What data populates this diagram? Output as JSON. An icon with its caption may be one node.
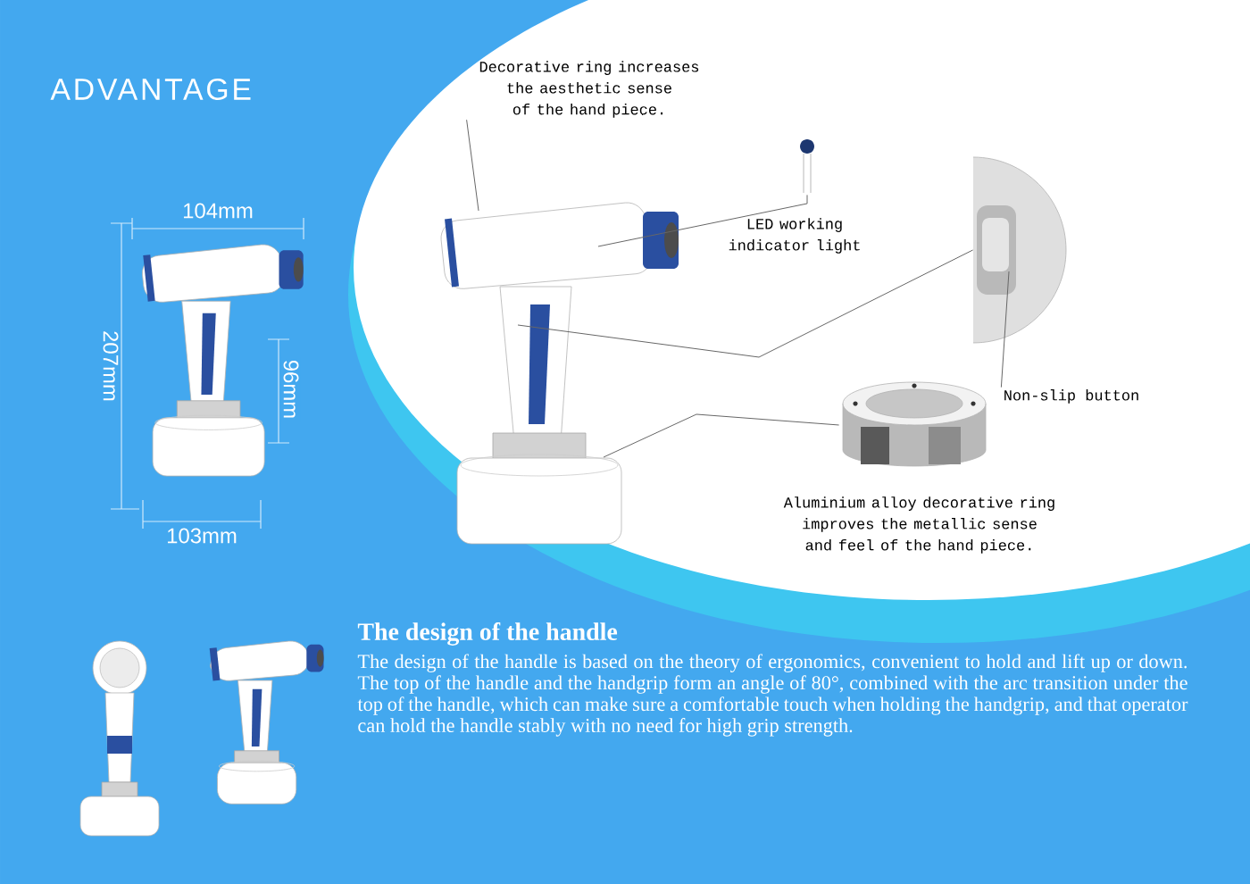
{
  "diagram": {
    "title": "ADVANTAGE",
    "nodes": [
      {
        "text": [
          "Decorative ring increases the aesthetic sense of the hand piece."
        ]
      },
      {
        "text": [],
        "shape": "picture"
      },
      {
        "text": [],
        "shape": "picture",
        "beside": [
          "LED working indicator light"
        ]
      },
      {
        "text": [],
        "shape": "picture"
      },
      {
        "text": [
          "Non-slip button"
        ]
      },
      {
        "text": [],
        "shape": "picture",
        "beside": [
          "Aluminium alloy decorative ring improves the metallic sense and feel of the hand piece."
        ]
      }
    ],
    "edges": [
      {
        "from": 0,
        "to": 1,
        "arrow": "none"
      },
      {
        "from": 2,
        "to": 1,
        "arrow": "none"
      },
      {
        "from": 3,
        "to": 1,
        "arrow": "none"
      },
      {
        "from": 4,
        "to": 3,
        "arrow": "none"
      },
      {
        "from": 5,
        "to": 1,
        "arrow": "none"
      }
    ],
    "labels": [
      "104mm",
      "207mm",
      "96mm",
      "103mm",
      "The design of the handle",
      "The design of the handle is based on the theory of ergonomics, convenient to hold and lift up or down. The top of the handle and the handgrip form an angle of 80°, combined with the arc transition under the top of the handle, which can make sure a comfortable touch when holding the handgrip, and that operator can hold the handle stably with no need for high grip strength."
    ]
  }
}
